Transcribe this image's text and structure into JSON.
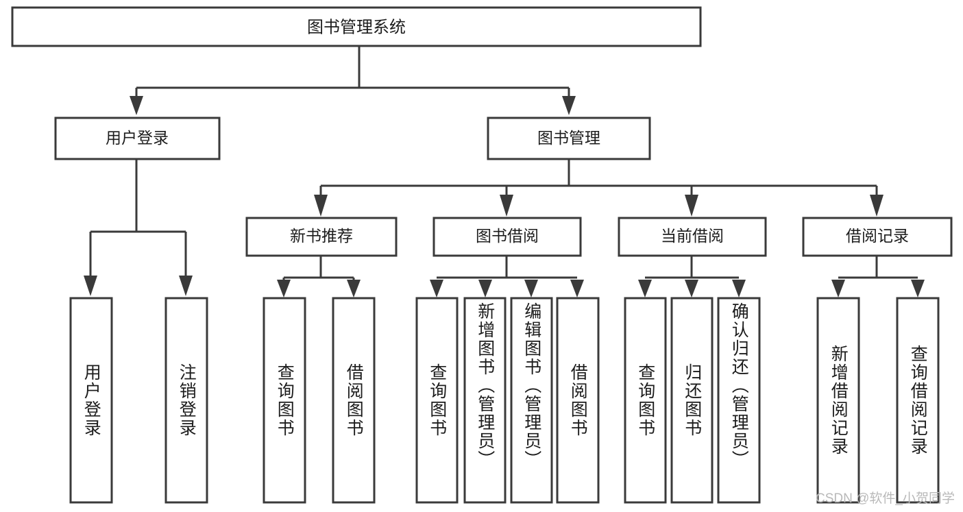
{
  "diagram": {
    "title": "图书管理系统",
    "type": "tree-hierarchy",
    "watermark": "CSDN @软件_小贺同学",
    "colors": {
      "stroke": "#3a3a3a",
      "fill": "#ffffff",
      "text": "#1c1c1c",
      "watermark": "#b9b9b9"
    },
    "root": {
      "label": "图书管理系统"
    },
    "level2": [
      {
        "label": "用户登录"
      },
      {
        "label": "图书管理"
      }
    ],
    "level3": [
      {
        "label": "新书推荐"
      },
      {
        "label": "图书借阅"
      },
      {
        "label": "当前借阅"
      },
      {
        "label": "借阅记录"
      }
    ],
    "leaves": {
      "user_login": [
        {
          "label": "用户登录"
        },
        {
          "label": "注销登录"
        }
      ],
      "new_book_recommend": [
        {
          "label": "查询图书"
        },
        {
          "label": "借阅图书"
        }
      ],
      "book_borrow": [
        {
          "label": "查询图书"
        },
        {
          "label": "新增图书（管理员）"
        },
        {
          "label": "编辑图书（管理员）"
        },
        {
          "label": "借阅图书"
        }
      ],
      "current_borrow": [
        {
          "label": "查询图书"
        },
        {
          "label": "归还图书"
        },
        {
          "label": "确认归还（管理员）"
        }
      ],
      "borrow_record": [
        {
          "label": "新增借阅记录"
        },
        {
          "label": "查询借阅记录"
        }
      ]
    }
  }
}
